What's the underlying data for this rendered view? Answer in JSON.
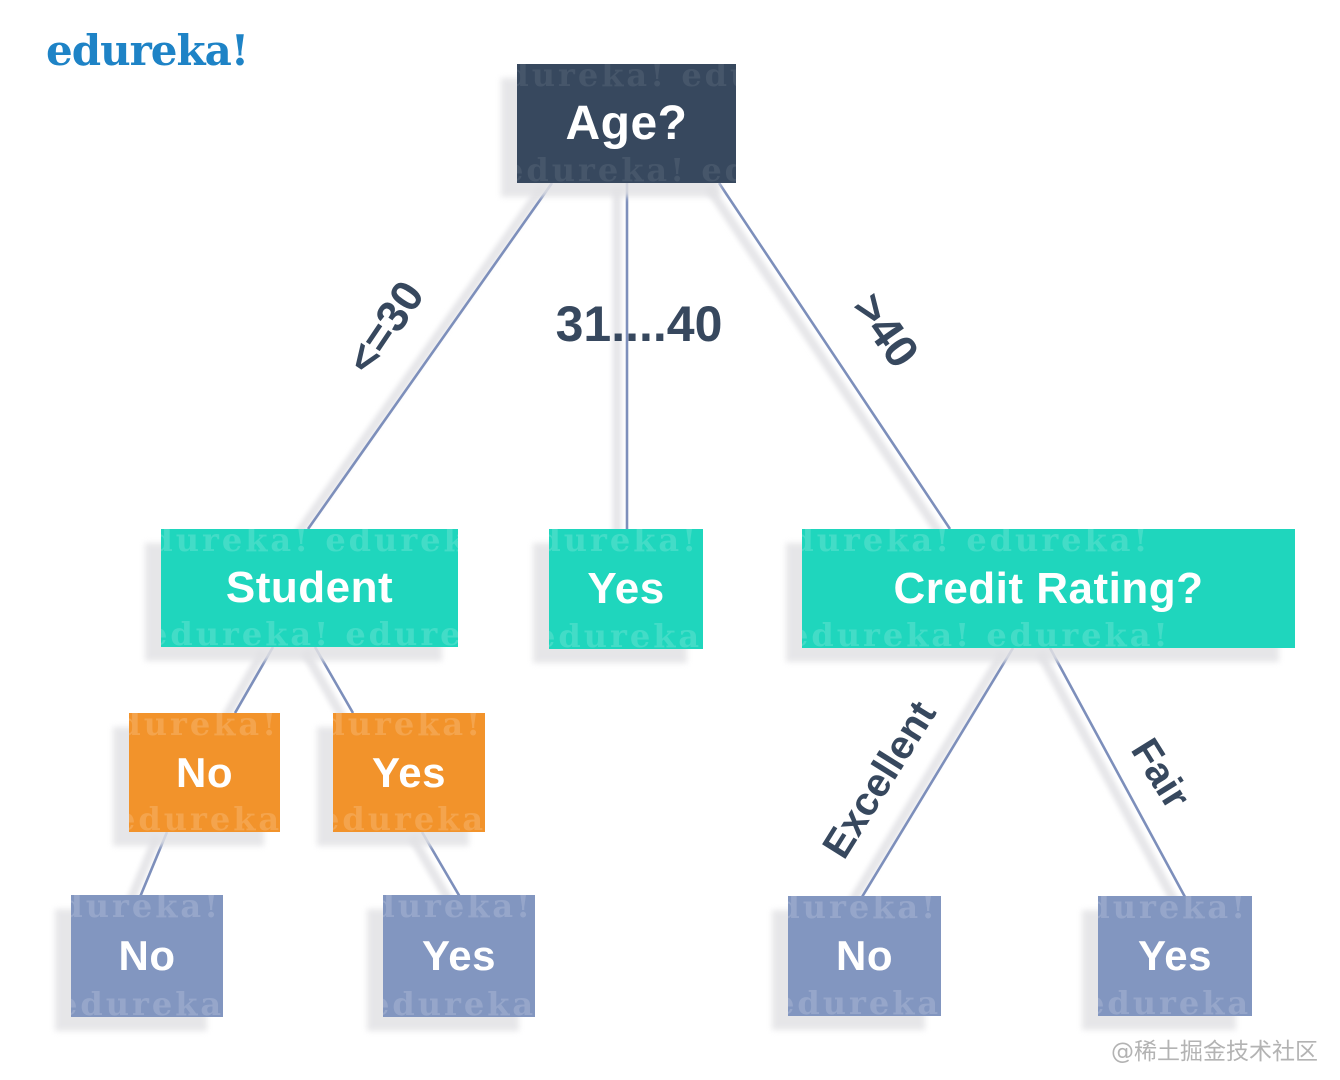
{
  "brand": {
    "logo_text": "edureka!",
    "watermark_text": "edureka!  edureka!",
    "credit_text": "@稀土掘金技术社区"
  },
  "colors": {
    "navy": "#37485e",
    "teal": "#1fd6bd",
    "orange": "#f2932b",
    "slate": "#8296c0",
    "edge_line": "#7d8fbb",
    "logo_blue": "#1e83c6",
    "background": "#ffffff"
  },
  "diagram": {
    "type": "decision-tree",
    "root": {
      "label": "Age?"
    },
    "edge_labels": {
      "le30": "<=30",
      "mid": "31....40",
      "gt40": ">40",
      "excellent": "Excellent",
      "fair": "Fair"
    },
    "nodes": {
      "student": {
        "label": "Student"
      },
      "yes_mid": {
        "label": "Yes"
      },
      "credit": {
        "label": "Credit Rating?"
      },
      "no_orange": {
        "label": "No"
      },
      "yes_orange": {
        "label": "Yes"
      },
      "no_left": {
        "label": "No"
      },
      "yes_left": {
        "label": "Yes"
      },
      "no_right": {
        "label": "No"
      },
      "yes_right": {
        "label": "Yes"
      }
    }
  }
}
